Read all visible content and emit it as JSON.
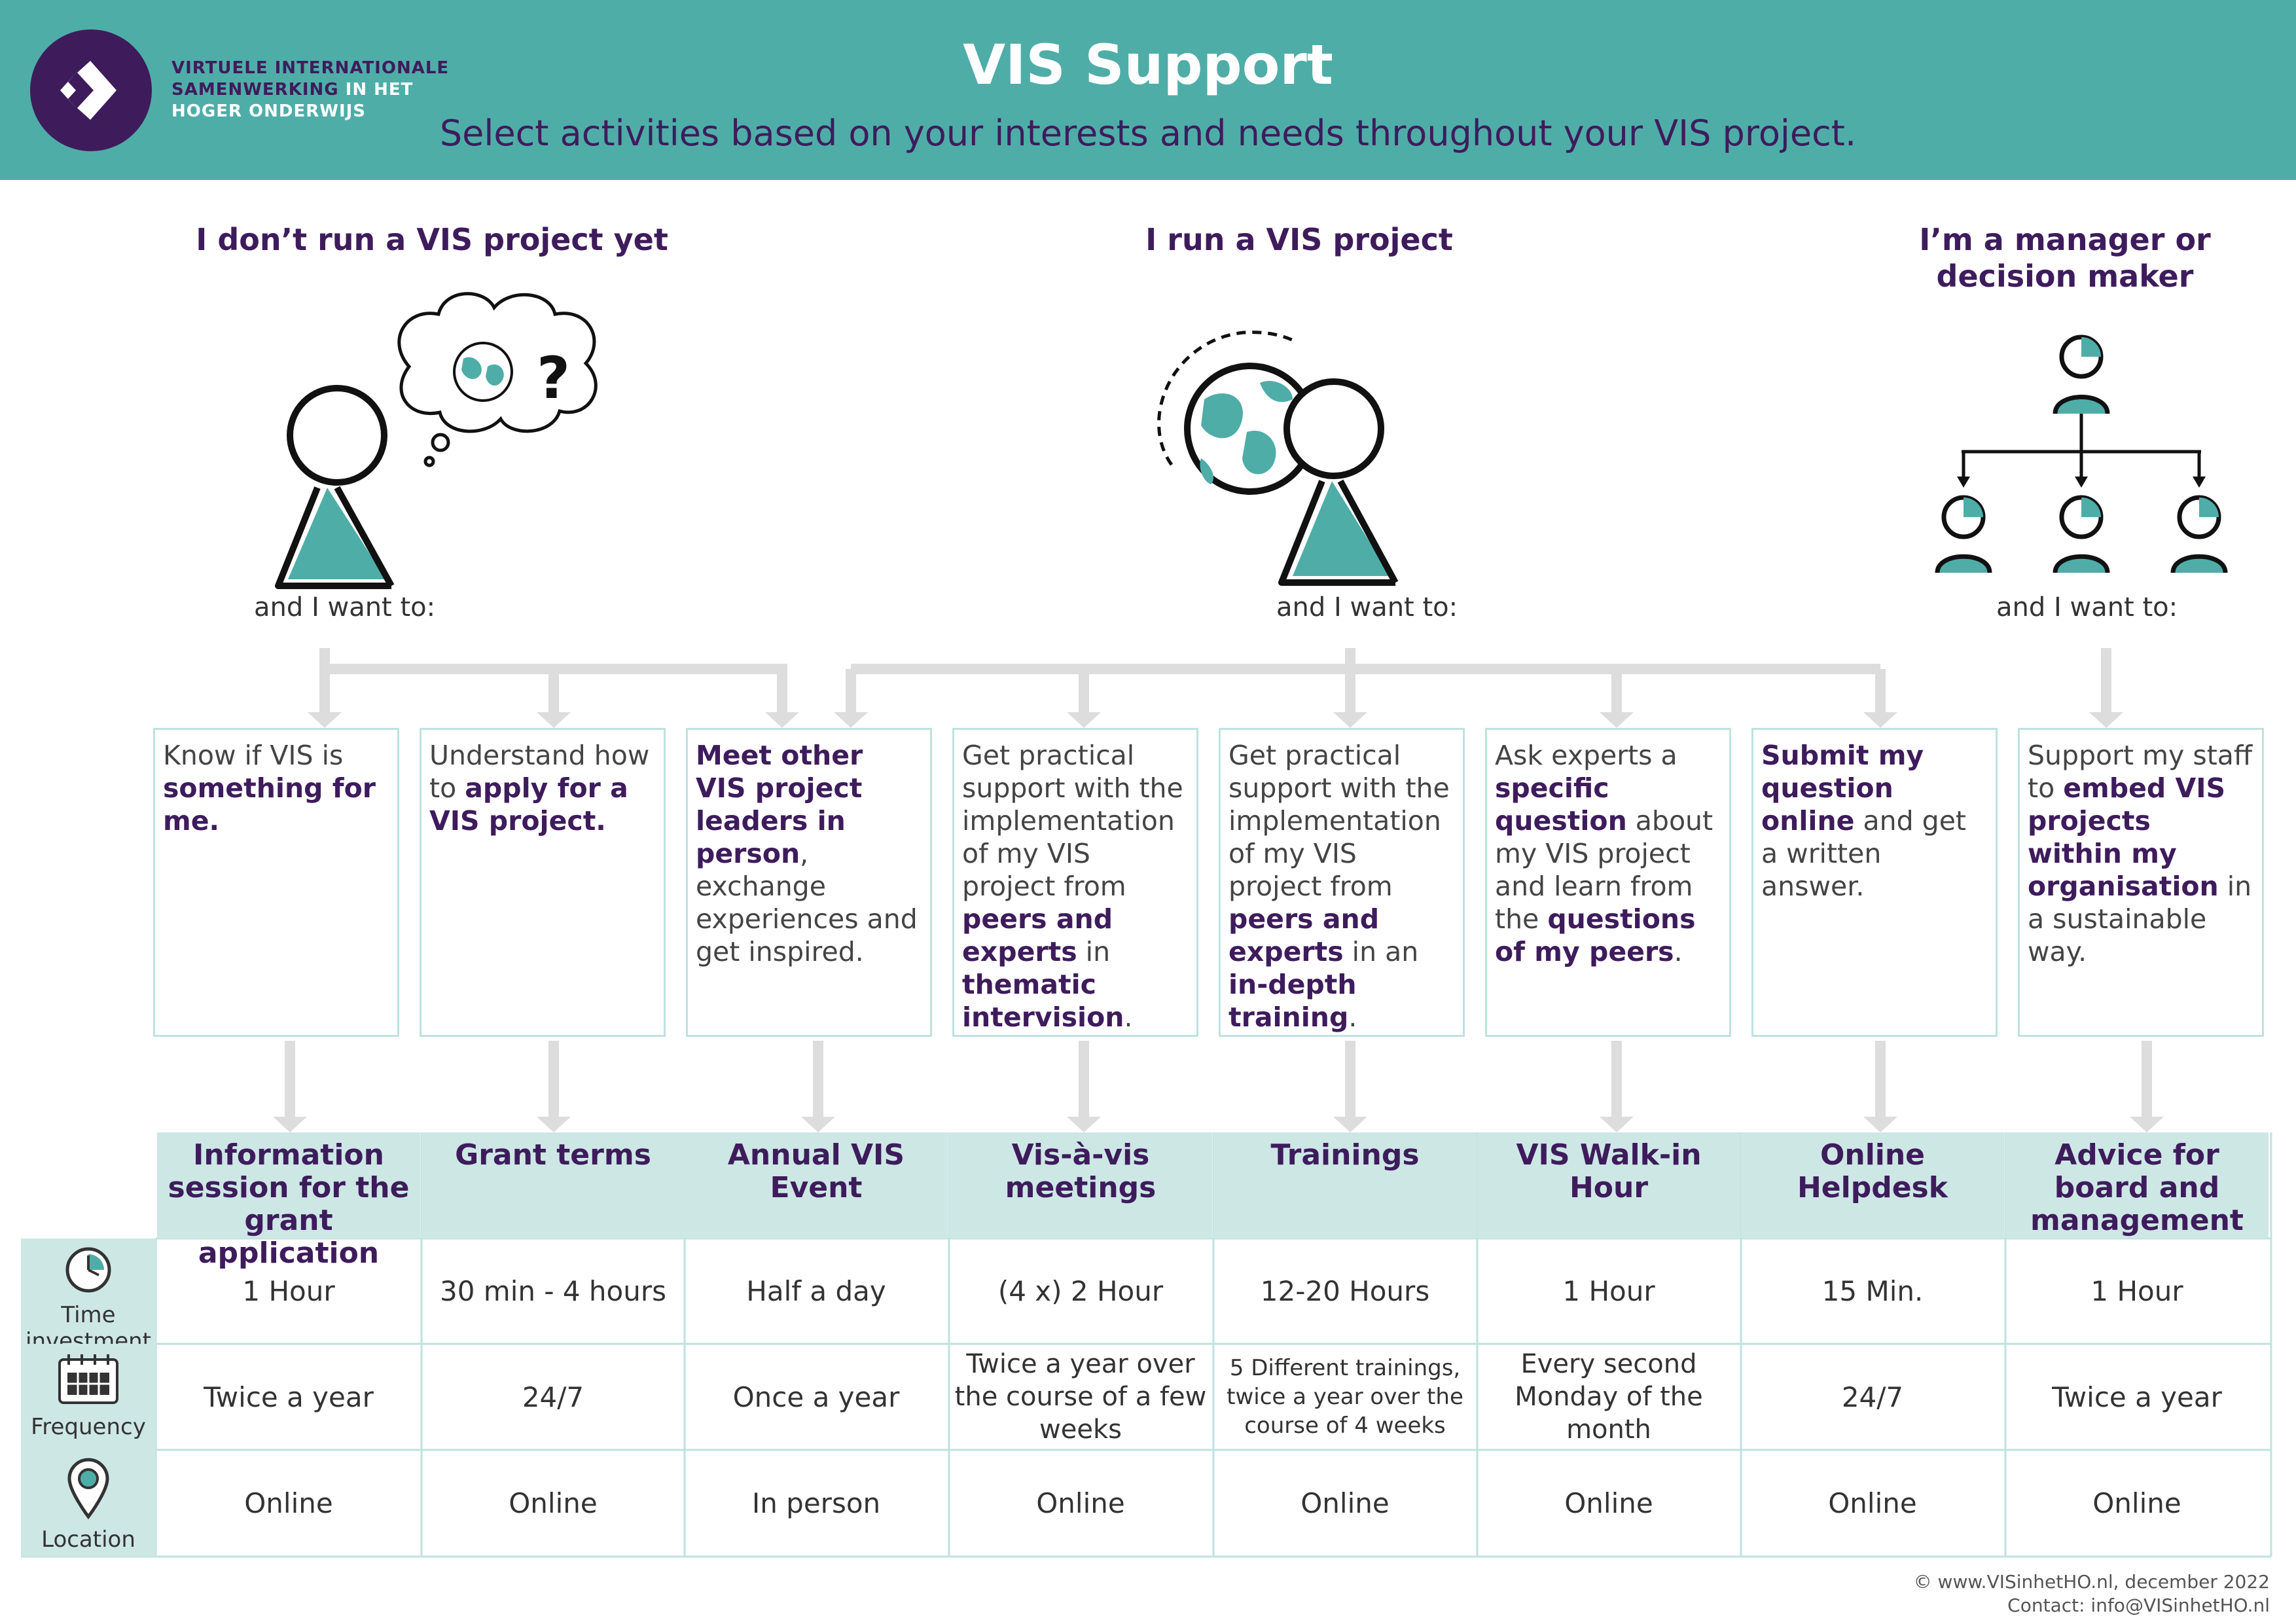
{
  "header": {
    "org_line1": "VIRTUELE INTERNATIONALE",
    "org_line2a": "SAMENWERKING",
    "org_line2b": " IN HET",
    "org_line3": "HOGER ONDERWIJS",
    "title": "VIS Support",
    "subtitle": "Select activities based on your interests and needs throughout your VIS project."
  },
  "personas": [
    {
      "title": "I don’t run a VIS project yet",
      "want": "and I want to:"
    },
    {
      "title": "I run a VIS project",
      "want": "and I want to:"
    },
    {
      "title_line1": "I’m a manager or",
      "title_line2": "decision maker",
      "want": "and I want to:"
    }
  ],
  "cards": [
    [
      {
        "t": "Know if VIS is "
      },
      {
        "b": "something for me."
      }
    ],
    [
      {
        "t": "Understand how to "
      },
      {
        "b": "apply for a VIS project."
      }
    ],
    [
      {
        "b": "Meet other VIS project leaders in person"
      },
      {
        "t": ", exchange experiences and get inspired."
      }
    ],
    [
      {
        "t": "Get practical support with the implementation of my VIS project from "
      },
      {
        "b": "peers and experts"
      },
      {
        "t": " in "
      },
      {
        "b": "thematic intervision"
      },
      {
        "t": "."
      }
    ],
    [
      {
        "t": "Get practical support with the implementation of my VIS project from "
      },
      {
        "b": "peers and experts"
      },
      {
        "t": " in an "
      },
      {
        "b": "in-depth training"
      },
      {
        "t": "."
      }
    ],
    [
      {
        "t": "Ask experts a "
      },
      {
        "b": "specific question"
      },
      {
        "t": " about my VIS project and learn from the "
      },
      {
        "b": "questions of my peers"
      },
      {
        "t": "."
      }
    ],
    [
      {
        "b": "Submit my question online"
      },
      {
        "t": " and get a written answer."
      }
    ],
    [
      {
        "t": "Support my staff to "
      },
      {
        "b": "embed VIS projects within my organisation"
      },
      {
        "t": " in a sustainable way."
      }
    ]
  ],
  "row_labels": {
    "time_line1": "Time",
    "time_line2": "investment",
    "frequency": "Frequency",
    "location": "Location"
  },
  "programs": [
    {
      "title": "Information session for the grant application",
      "time": "1 Hour",
      "frequency": "Twice a year",
      "location": "Online"
    },
    {
      "title": "Grant terms",
      "time": "30 min - 4 hours",
      "frequency": "24/7",
      "location": "Online"
    },
    {
      "title": "Annual VIS Event",
      "time": "Half a day",
      "frequency": "Once a year",
      "location": "In person"
    },
    {
      "title": "Vis-à-vis meetings",
      "time": "(4 x) 2 Hour",
      "frequency": "Twice a year over the course of a few weeks",
      "location": "Online"
    },
    {
      "title": "Trainings",
      "time": "12-20 Hours",
      "frequency": "5 Different trainings, twice a year over the course of 4 weeks",
      "location": "Online"
    },
    {
      "title": "VIS Walk-in Hour",
      "time": "1 Hour",
      "frequency": "Every second Monday of the month",
      "location": "Online"
    },
    {
      "title": "Online Helpdesk",
      "time": "15 Min.",
      "frequency": "24/7",
      "location": "Online"
    },
    {
      "title": "Advice for board and management",
      "time": "1 Hour",
      "frequency": "Twice a year",
      "location": "Online"
    }
  ],
  "footer": {
    "copyright": "© www.VISinhetHO.nl, december 2022",
    "contact": "Contact: info@VISinhetHO.nl"
  },
  "colors": {
    "teal": "#4fada8",
    "purple": "#3e1c5c",
    "light_teal": "#cde7e5",
    "connector_grey": "#dddddd"
  }
}
